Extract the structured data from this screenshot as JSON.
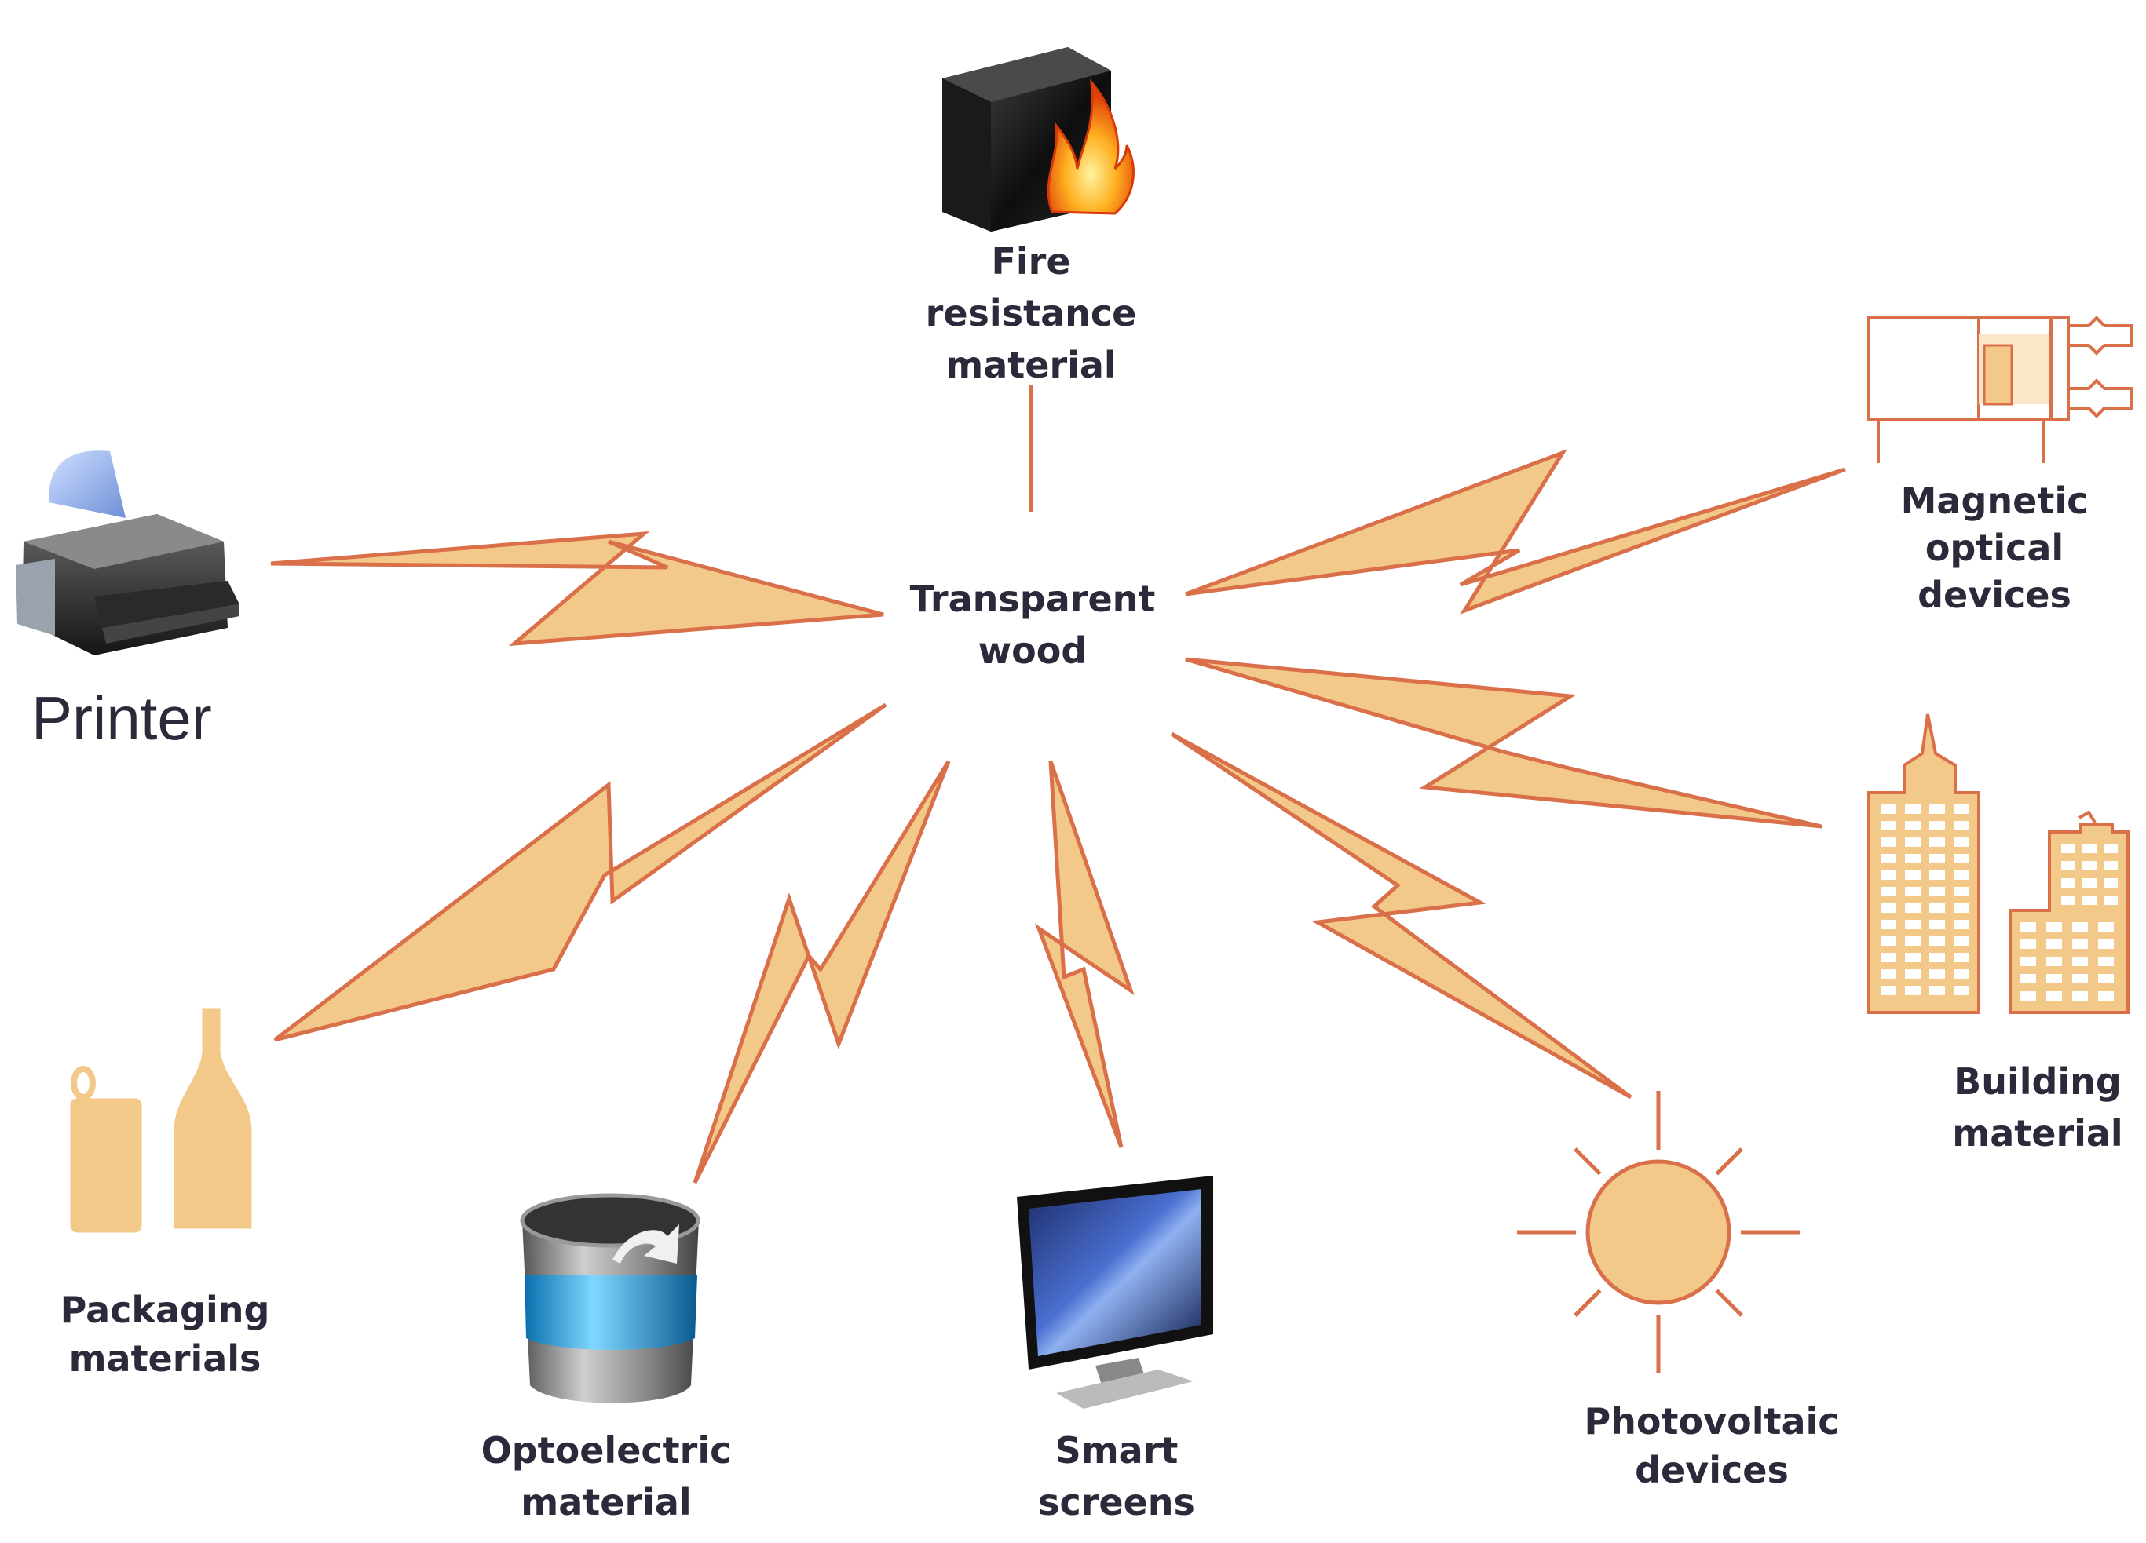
{
  "center": {
    "line1": "Transparent",
    "line2": "wood"
  },
  "nodes": {
    "fire": {
      "line1": "Fire",
      "line2": "resistance",
      "line3": "material"
    },
    "printer": {
      "label": "Printer"
    },
    "magnetic": {
      "line1": "Magnetic",
      "line2": "optical",
      "line3": "devices"
    },
    "building": {
      "line1": "Building",
      "line2": "material"
    },
    "packaging": {
      "line1": "Packaging",
      "line2": "materials"
    },
    "optoelectric": {
      "line1": "Optoelectric",
      "line2": "material"
    },
    "smart": {
      "line1": "Smart",
      "line2": "screens"
    },
    "photovoltaic": {
      "line1": "Photovoltaic",
      "line2": "devices"
    }
  },
  "colors": {
    "bolt_fill": "#f3c98a",
    "bolt_stroke": "#d9704a",
    "accent_fill": "#f3c98a",
    "accent_stroke": "#d9704a",
    "text": "#2a2a3a"
  },
  "icons": {
    "fire": "fire-resistant-block-icon",
    "printer": "printer-icon",
    "magnetic": "magnetic-optical-device-icon",
    "building": "building-icon",
    "packaging": "bottle-and-can-icon",
    "optoelectric": "data-drum-icon",
    "smart": "monitor-icon",
    "photovoltaic": "sun-icon"
  }
}
